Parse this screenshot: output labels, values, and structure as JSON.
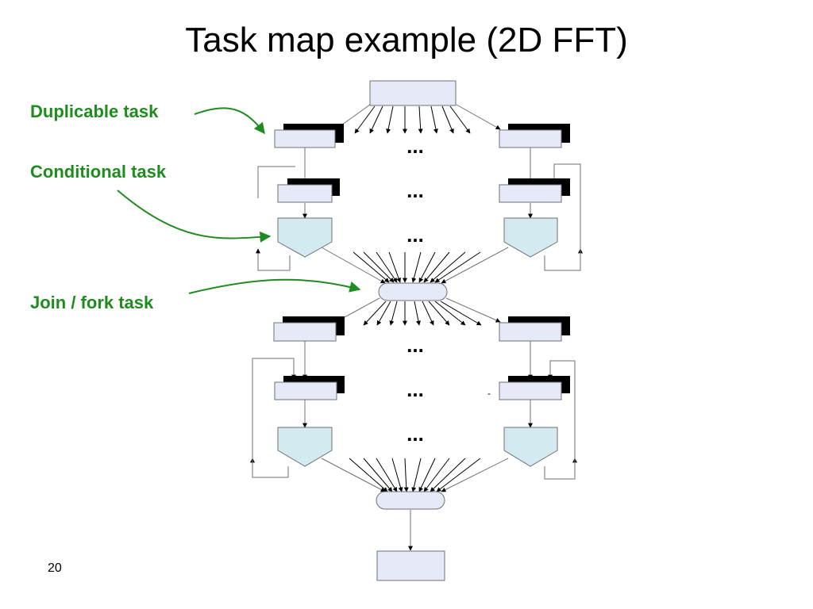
{
  "slide": {
    "title": "Task map example (2D FFT)",
    "page_number": "20"
  },
  "annotations": {
    "duplicable": "Duplicable task",
    "conditional": "Conditional task",
    "join_fork": "Join / fork task"
  },
  "diagram": {
    "ellipsis": "...",
    "stray_mark": "-"
  },
  "colors": {
    "annotation_text": "#1e8c1e",
    "task_fill": "#e6eaf8",
    "conditional_fill": "#d2eaf0",
    "stroke": "#707070",
    "duplicate_shadow": "#000000"
  }
}
